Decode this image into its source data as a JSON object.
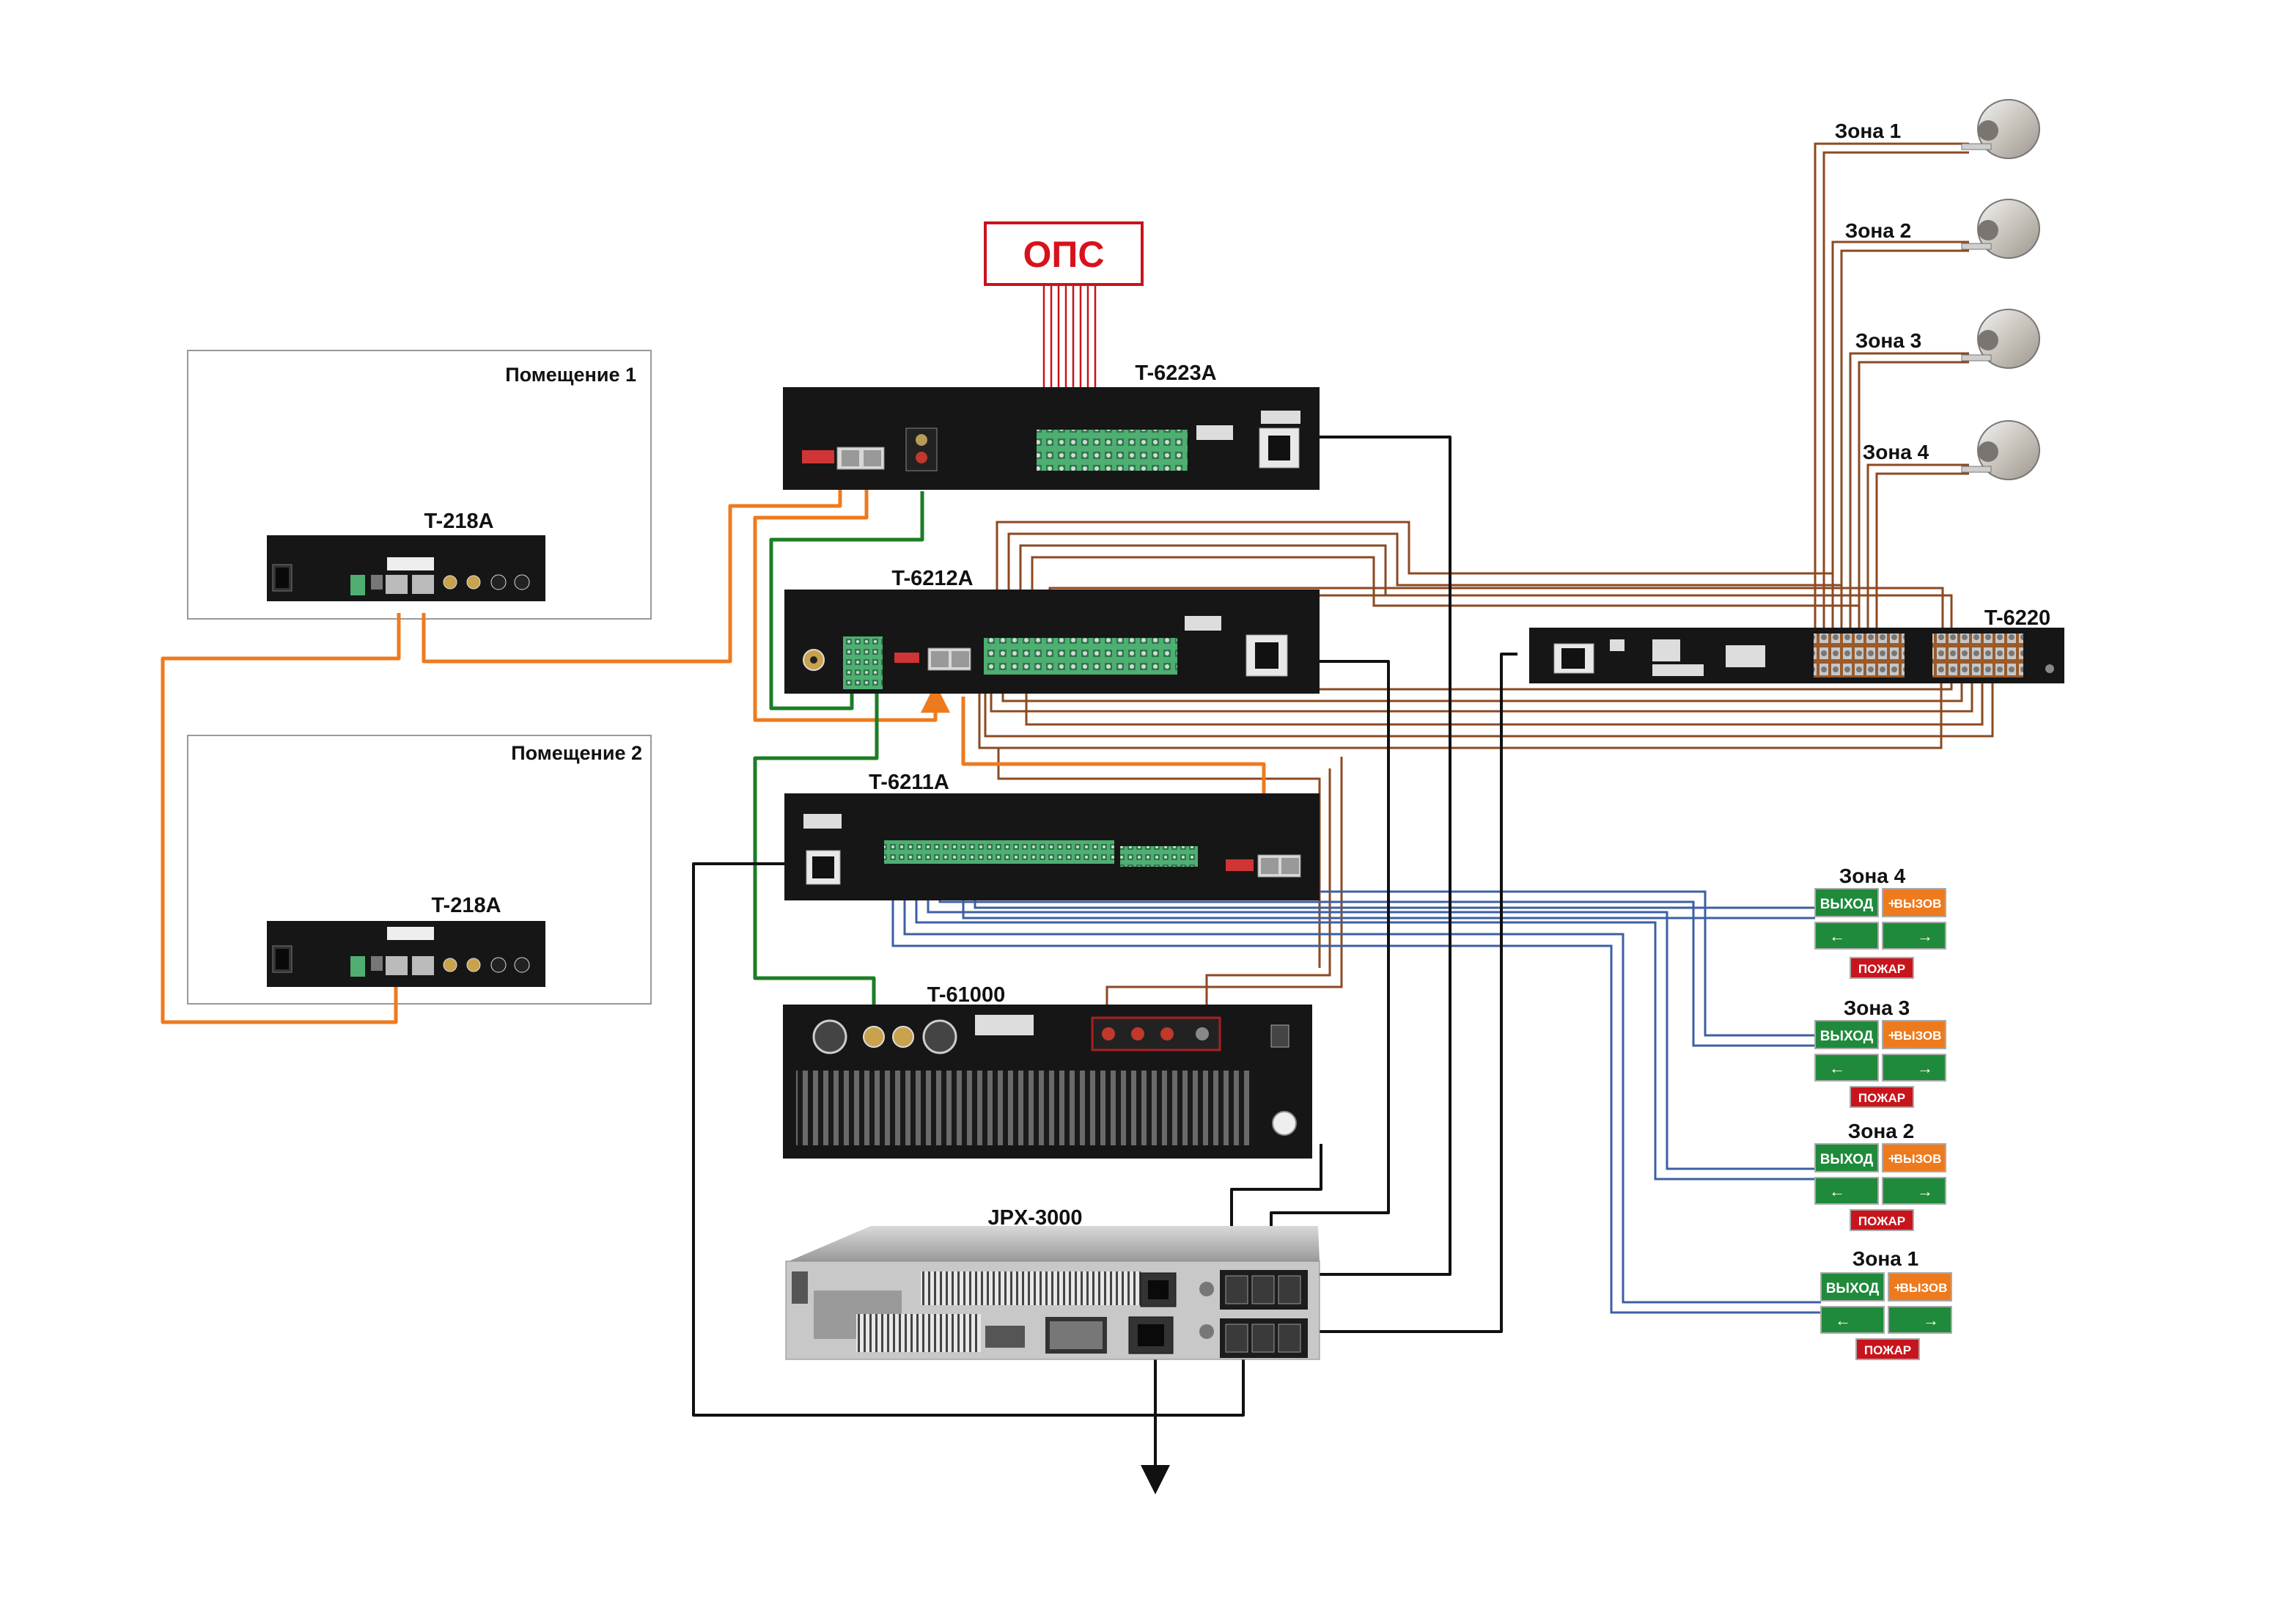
{
  "rooms": {
    "room1": "Помещение 1",
    "room2": "Помещение 2"
  },
  "ops": {
    "label": "ОПС"
  },
  "devices": {
    "room1_panel": "T-218A",
    "room2_panel": "T-218A",
    "controller": "T-6223A",
    "router": "T-6212A",
    "paging": "T-6211A",
    "amplifier": "T-61000",
    "ups": "JPX-3000",
    "zone_selector": "T-6220"
  },
  "speaker_zones": [
    "Зона 1",
    "Зона 2",
    "Зона 3",
    "Зона 4"
  ],
  "sign_zones": [
    "Зона 4",
    "Зона 3",
    "Зона 2",
    "Зона 1"
  ],
  "signs": {
    "exit": "ВЫХОД",
    "call": "ВЫЗОВ",
    "fire": "ПОЖАР"
  },
  "colors": {
    "orange_bus": "#ee7a1e",
    "green_link": "#1b7d25",
    "brown_speaker": "#8b4a22",
    "blue_signal": "#3c5fa5",
    "red_ops": "#c8141c",
    "power": "#111111"
  }
}
